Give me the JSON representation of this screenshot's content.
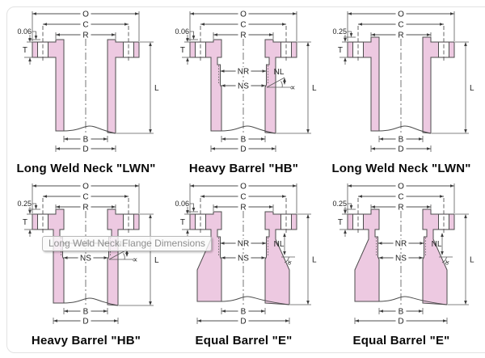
{
  "tooltip": {
    "text": "Long Weld Neck Flange Dimensions"
  },
  "colors": {
    "flange_fill": "#edc9e1",
    "outline": "#4d4d4d",
    "dimension_line": "#555555",
    "card_border": "#e2e2e2",
    "caption_text": "#0a0a0a",
    "tooltip_text": "#8f8f8f"
  },
  "diagrams": [
    {
      "type": "LWN",
      "caption": "Long Weld Neck \"LWN\"",
      "face": "0.06",
      "labels": {
        "O": "O",
        "C": "C",
        "R": "R",
        "T": "T",
        "L": "L",
        "B": "B",
        "D": "D"
      }
    },
    {
      "type": "HB",
      "caption": "Heavy Barrel \"HB\"",
      "face": "0.06",
      "labels": {
        "O": "O",
        "C": "C",
        "R": "R",
        "T": "T",
        "L": "L",
        "B": "B",
        "D": "D",
        "NR": "NR",
        "NS": "NS",
        "NL": "NL",
        "alpha": "∝"
      }
    },
    {
      "type": "LWN",
      "caption": "Long Weld Neck \"LWN\"",
      "face": "0.25",
      "labels": {
        "O": "O",
        "C": "C",
        "R": "R",
        "T": "T",
        "L": "L",
        "B": "B",
        "D": "D"
      }
    },
    {
      "type": "HB",
      "caption": "Heavy Barrel \"HB\"",
      "face": "0.25",
      "labels": {
        "O": "O",
        "C": "C",
        "R": "R",
        "T": "T",
        "L": "L",
        "B": "B",
        "D": "D",
        "NR": "NR",
        "NS": "NS",
        "NL": "NL",
        "alpha": "∝"
      }
    },
    {
      "type": "E",
      "caption": "Equal Barrel \"E\"",
      "face": "0.06",
      "labels": {
        "O": "O",
        "C": "C",
        "R": "R",
        "T": "T",
        "L": "L",
        "B": "B",
        "D": "D",
        "NR": "NR",
        "NS": "NS",
        "NL": "NL",
        "alpha": "∝"
      }
    },
    {
      "type": "E",
      "caption": "Equal Barrel \"E\"",
      "face": "0.25",
      "labels": {
        "O": "O",
        "C": "C",
        "R": "R",
        "T": "T",
        "L": "L",
        "B": "B",
        "D": "D",
        "NR": "NR",
        "NS": "NS",
        "NL": "NL",
        "alpha": "∝"
      }
    }
  ]
}
